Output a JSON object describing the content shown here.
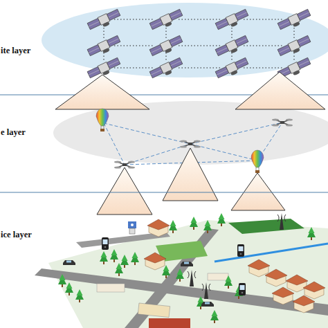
{
  "diagram": {
    "nodes": [
      {
        "text": [
          "ite layer"
        ]
      },
      {
        "text": [
          "e layer"
        ]
      },
      {
        "text": [
          "ice layer"
        ]
      }
    ]
  }
}
